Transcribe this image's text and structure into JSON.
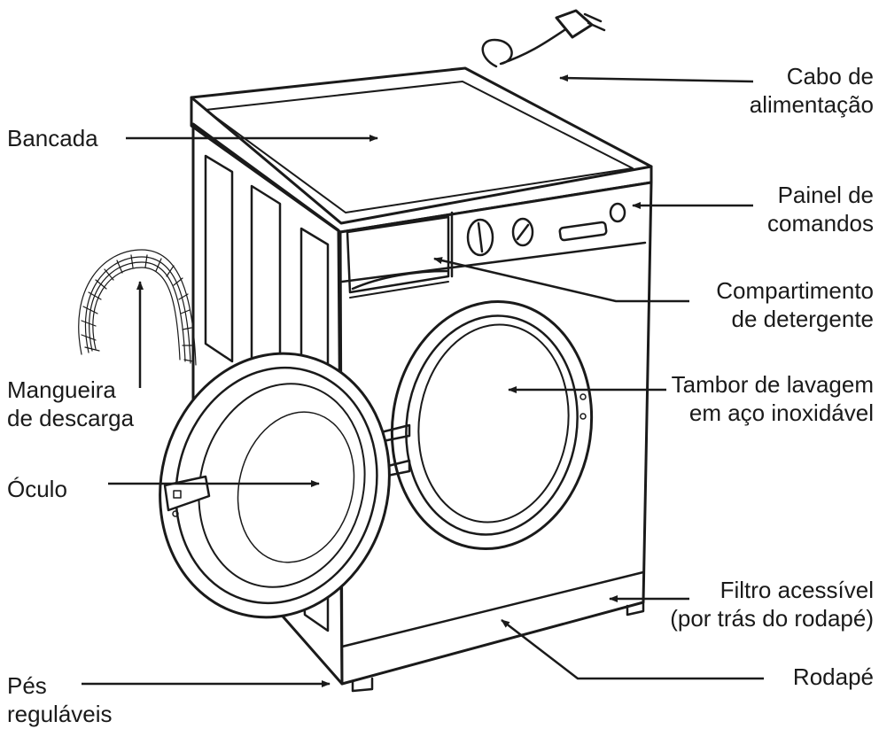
{
  "labels": {
    "cabo": [
      "Cabo de",
      "alimentação"
    ],
    "bancada": [
      "Bancada"
    ],
    "painel": [
      "Painel de",
      "comandos"
    ],
    "compartimento": [
      "Compartimento",
      "de detergente"
    ],
    "mangueira": [
      "Mangueira",
      "de descarga"
    ],
    "tambor": [
      "Tambor de lavagem",
      "em aço inoxidável"
    ],
    "oculo": [
      "Óculo"
    ],
    "filtro": [
      "Filtro acessível",
      "(por trás do rodapé)"
    ],
    "rodape": [
      "Rodapé"
    ],
    "pes": [
      "Pés",
      "reguláveis"
    ]
  }
}
